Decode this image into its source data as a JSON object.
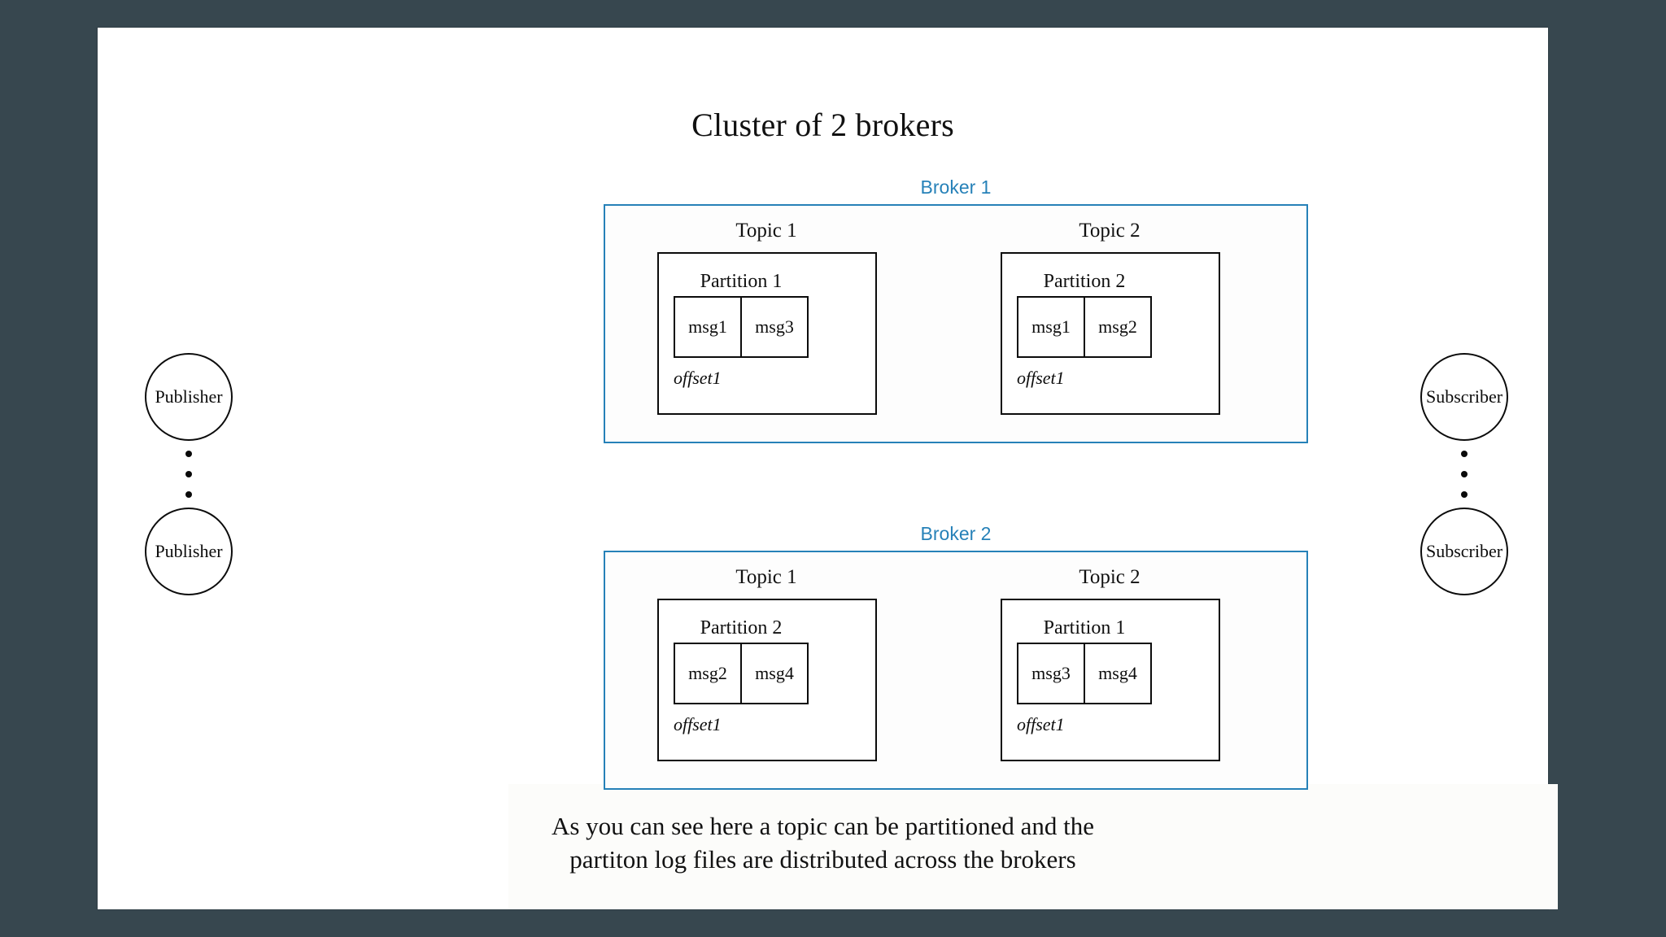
{
  "slide": {
    "title": "Cluster of 2 brokers",
    "caption_line_1": "As you can see here a topic can be partitioned and the",
    "caption_line_2": "partiton log files are distributed across the brokers"
  },
  "colors": {
    "page_background": "#37474f",
    "slide_background": "#ffffff",
    "broker_accent": "#2681b8",
    "box_stroke": "#0b0b0b",
    "text": "#111111"
  },
  "publishers": {
    "top_label": "Publisher",
    "bottom_label": "Publisher",
    "ellipsis_dots": 3
  },
  "subscribers": {
    "top_label": "Subscriber",
    "bottom_label": "Subscriber",
    "ellipsis_dots": 3
  },
  "brokers": [
    {
      "label": "Broker 1",
      "topics": [
        {
          "label": "Topic 1",
          "partition": "Partition 1",
          "messages": [
            "msg1",
            "msg3"
          ],
          "offset": "offset1"
        },
        {
          "label": "Topic 2",
          "partition": "Partition 2",
          "messages": [
            "msg1",
            "msg2"
          ],
          "offset": "offset1"
        }
      ]
    },
    {
      "label": "Broker 2",
      "topics": [
        {
          "label": "Topic 1",
          "partition": "Partition 2",
          "messages": [
            "msg2",
            "msg4"
          ],
          "offset": "offset1"
        },
        {
          "label": "Topic 2",
          "partition": "Partition 1",
          "messages": [
            "msg3",
            "msg4"
          ],
          "offset": "offset1"
        }
      ]
    }
  ]
}
